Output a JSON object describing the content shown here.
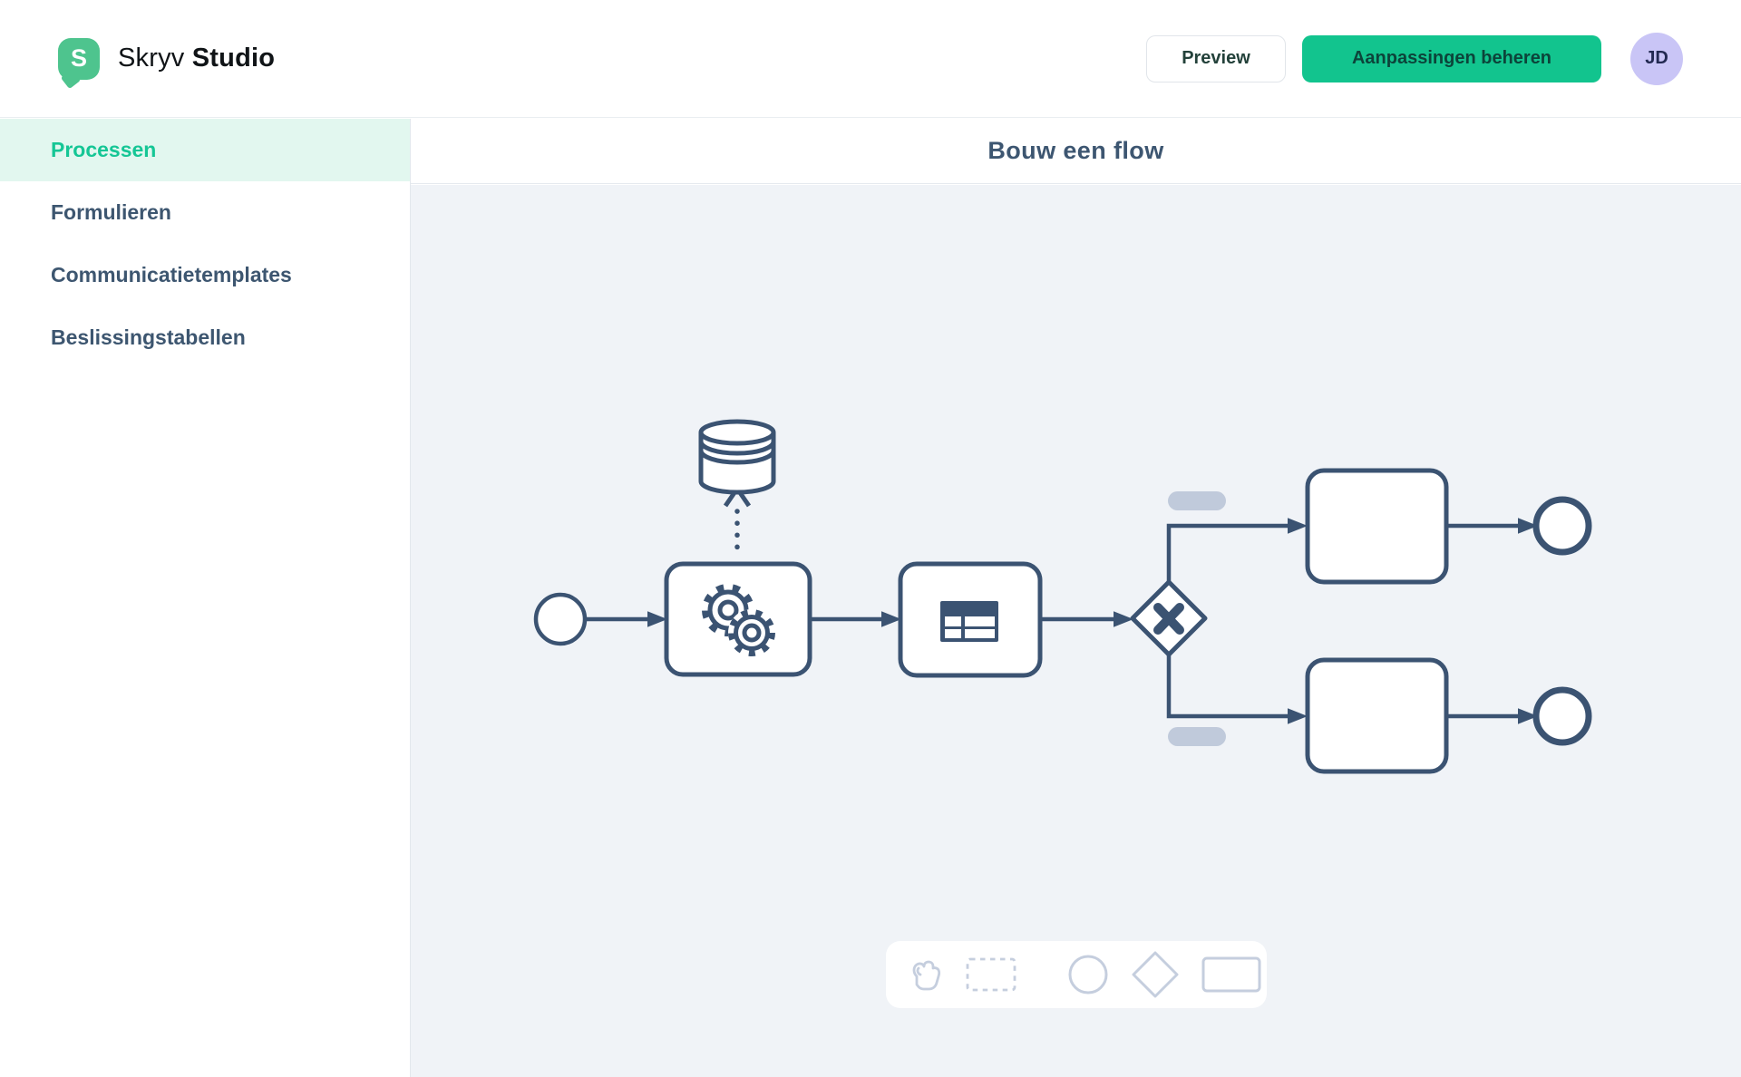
{
  "header": {
    "logo": {
      "initial": "S",
      "brand": "Skryv",
      "brand_bold": "Studio"
    },
    "preview_label": "Preview",
    "manage_label": "Aanpassingen beheren",
    "avatar_initials": "JD"
  },
  "sidebar": {
    "items": [
      {
        "label": "Processen",
        "active": true
      },
      {
        "label": "Formulieren",
        "active": false
      },
      {
        "label": "Communicatietemplates",
        "active": false
      },
      {
        "label": "Beslissingstabellen",
        "active": false
      }
    ]
  },
  "main": {
    "title": "Bouw een flow"
  },
  "diagram": {
    "nodes": [
      {
        "id": "start",
        "type": "start-event"
      },
      {
        "id": "service-task",
        "type": "task",
        "icon": "gears-icon"
      },
      {
        "id": "datastore",
        "type": "data-store",
        "icon": "database-icon"
      },
      {
        "id": "table-task",
        "type": "task",
        "icon": "decision-table-icon"
      },
      {
        "id": "gateway",
        "type": "exclusive-gateway",
        "icon": "x-icon"
      },
      {
        "id": "task-top",
        "type": "task",
        "icon": null
      },
      {
        "id": "end-top",
        "type": "end-event"
      },
      {
        "id": "task-bottom",
        "type": "task",
        "icon": null
      },
      {
        "id": "end-bottom",
        "type": "end-event"
      }
    ],
    "label_placeholders": 2
  },
  "toolbar": {
    "tools": [
      "hand-tool",
      "lasso-select-tool",
      "event-tool",
      "gateway-tool",
      "task-tool"
    ]
  },
  "colors": {
    "brand_green": "#12c48e",
    "logo_green": "#4ec48e",
    "active_nav_text": "#15c695",
    "active_nav_bg": "#e2f7ef",
    "slate_text": "#3d5671",
    "node_stroke": "#3b5372",
    "canvas_bg": "#f0f3f7",
    "pill": "#c0cadb",
    "toolbar_icon": "#c5cede",
    "avatar_bg": "#c9c5f6",
    "avatar_text": "#232a52",
    "primary_button_text": "#0c443a"
  }
}
